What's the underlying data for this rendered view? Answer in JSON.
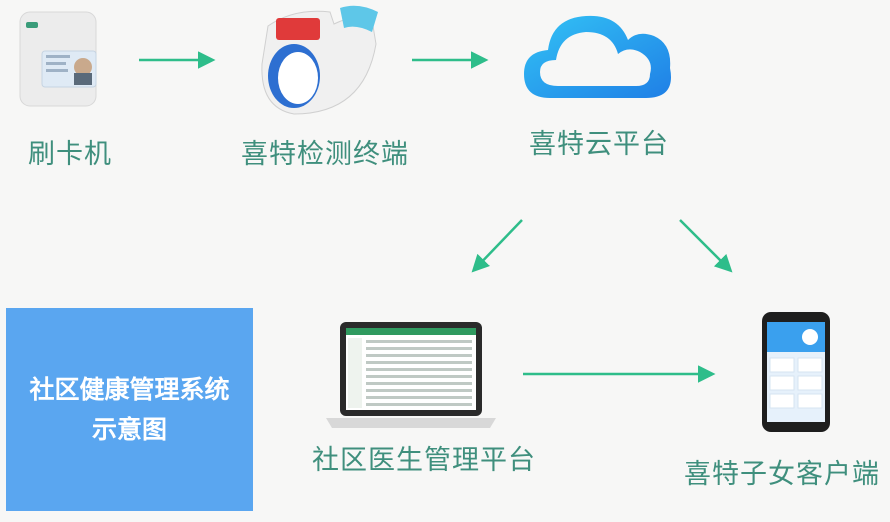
{
  "diagram": {
    "nodes": {
      "card_reader": {
        "label": "刷卡机"
      },
      "terminal": {
        "label": "喜特检测终端"
      },
      "cloud": {
        "label": "喜特云平台"
      },
      "doctor_platform": {
        "label": "社区医生管理平台"
      },
      "family_app": {
        "label": "喜特子女客户端"
      }
    },
    "title_box": {
      "line1": "社区健康管理系统",
      "line2": "示意图"
    },
    "colors": {
      "label": "#3f8f7d",
      "arrow": "#2ebd8a",
      "title_box": "#5aa6f0",
      "cloud": "#2b9cef"
    }
  }
}
